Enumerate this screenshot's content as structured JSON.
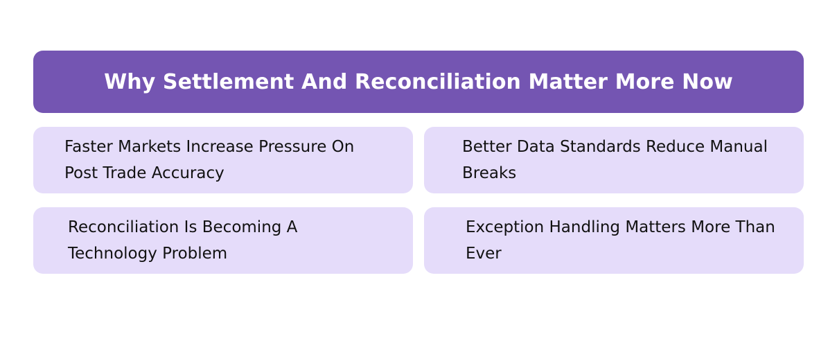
{
  "header": {
    "title": "Why Settlement And Reconciliation Matter More Now"
  },
  "cards": [
    {
      "text": "Faster Markets Increase Pressure On Post Trade Accuracy"
    },
    {
      "text": "Better Data Standards Reduce Manual Breaks"
    },
    {
      "text": "Reconciliation Is Becoming A Technology Problem"
    },
    {
      "text": "Exception Handling Matters More Than Ever"
    }
  ],
  "colors": {
    "header_bg": "#7455b2",
    "header_text": "#ffffff",
    "card_bg": "#e5dcfa",
    "card_text": "#111111"
  }
}
